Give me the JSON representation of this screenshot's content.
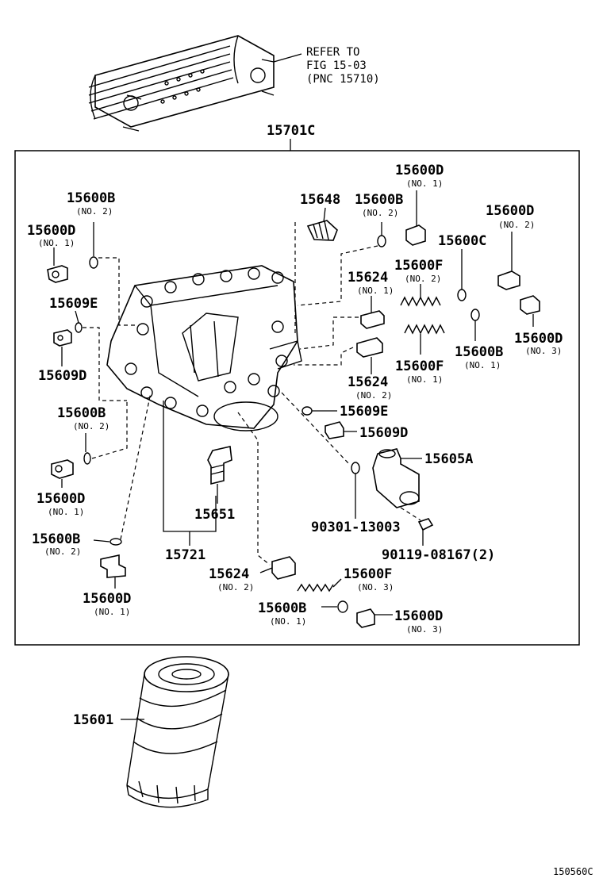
{
  "refer_note": {
    "line1": "REFER TO",
    "line2": "FIG 15-03",
    "line3": "(PNC 15710)"
  },
  "assembly_label": "15701C",
  "callouts": [
    {
      "part": "15600D",
      "sub": "(NO. 1)"
    },
    {
      "part": "15600B",
      "sub": "(NO. 2)"
    },
    {
      "part": "15648",
      "sub": ""
    },
    {
      "part": "15600B",
      "sub": "(NO. 2)"
    },
    {
      "part": "15600D",
      "sub": "(NO. 2)"
    },
    {
      "part": "15600D",
      "sub": "(NO. 1)"
    },
    {
      "part": "15600C",
      "sub": ""
    },
    {
      "part": "15600F",
      "sub": "(NO. 2)"
    },
    {
      "part": "15624",
      "sub": "(NO. 1)"
    },
    {
      "part": "15609E",
      "sub": ""
    },
    {
      "part": "15600D",
      "sub": "(NO. 3)"
    },
    {
      "part": "15600B",
      "sub": "(NO. 1)"
    },
    {
      "part": "15609D",
      "sub": ""
    },
    {
      "part": "15600F",
      "sub": "(NO. 1)"
    },
    {
      "part": "15624",
      "sub": "(NO. 2)"
    },
    {
      "part": "15609E",
      "sub": ""
    },
    {
      "part": "15600B",
      "sub": "(NO. 2)"
    },
    {
      "part": "15609D",
      "sub": ""
    },
    {
      "part": "15605A",
      "sub": ""
    },
    {
      "part": "15600D",
      "sub": "(NO. 1)"
    },
    {
      "part": "15651",
      "sub": ""
    },
    {
      "part": "90301-13003",
      "sub": ""
    },
    {
      "part": "15600B",
      "sub": "(NO. 2)"
    },
    {
      "part": "15721",
      "sub": ""
    },
    {
      "part": "90119-08167(2)",
      "sub": ""
    },
    {
      "part": "15624",
      "sub": "(NO. 2)"
    },
    {
      "part": "15600F",
      "sub": "(NO. 3)"
    },
    {
      "part": "15600D",
      "sub": "(NO. 1)"
    },
    {
      "part": "15600B",
      "sub": "(NO. 1)"
    },
    {
      "part": "15600D",
      "sub": "(NO. 3)"
    },
    {
      "part": "15601",
      "sub": ""
    }
  ],
  "figure_code": "150560C"
}
